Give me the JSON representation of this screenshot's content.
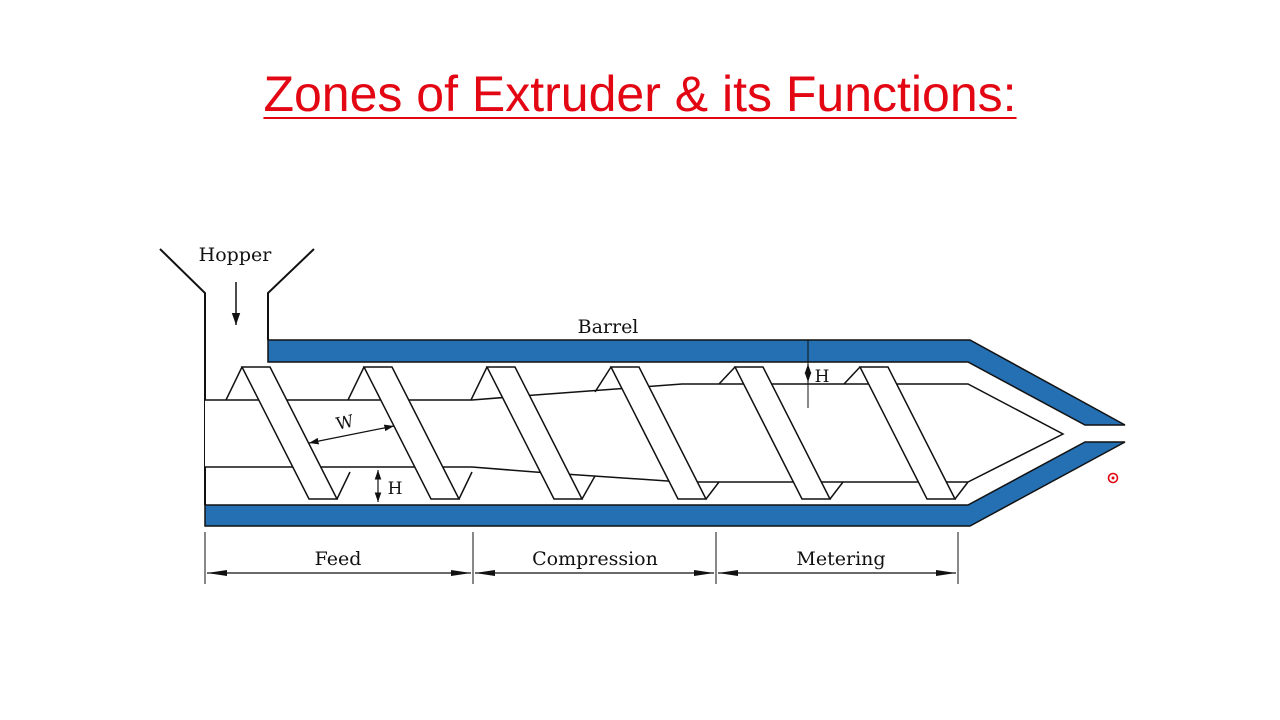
{
  "slide": {
    "title": "Zones of Extruder & its Functions:",
    "title_color": "#e30613"
  },
  "diagram": {
    "barrel_color": "#2470b3",
    "labels": {
      "hopper": "Hopper",
      "barrel": "Barrel",
      "flight_width": "W",
      "channel_depth_feed": "H",
      "channel_depth_metering": "H"
    },
    "zones": [
      {
        "name": "Feed"
      },
      {
        "name": "Compression"
      },
      {
        "name": "Metering"
      }
    ]
  },
  "cursor": {
    "icon": "pointer-dot-icon",
    "color": "#e30613"
  }
}
